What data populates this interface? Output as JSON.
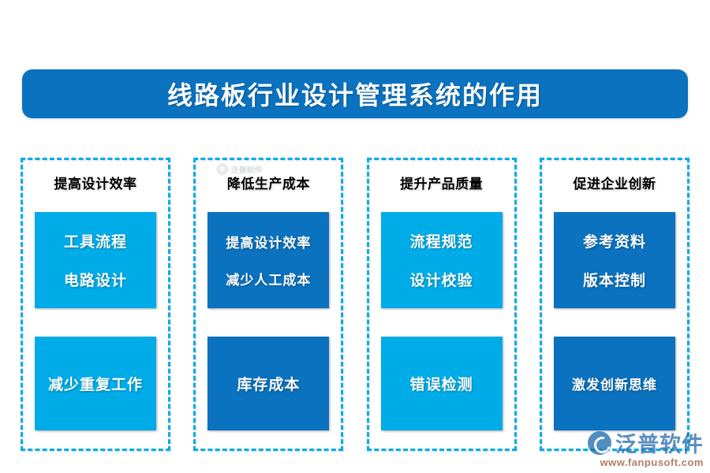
{
  "title": {
    "text": "线路板行业设计管理系统的作用",
    "banner_color": "#0b72bf",
    "text_color": "#ffffff"
  },
  "palette": {
    "light_blue": "#00ace8",
    "dark_blue": "#0b72bf",
    "dashed_border": "#00ace8",
    "background": "#ffffff",
    "heading_text": "#000000"
  },
  "columns": [
    {
      "heading": "提高设计效率",
      "upper_box": {
        "style": "light",
        "lines": [
          "工具流程",
          "电路设计"
        ]
      },
      "lower_box": {
        "style": "light",
        "lines": [
          "减少重复工作"
        ]
      }
    },
    {
      "heading": "降低生产成本",
      "upper_box": {
        "style": "dark",
        "lines": [
          "提高设计效率",
          "减少人工成本"
        ]
      },
      "lower_box": {
        "style": "dark",
        "lines": [
          "库存成本"
        ]
      }
    },
    {
      "heading": "提升产品质量",
      "upper_box": {
        "style": "light",
        "lines": [
          "流程规范",
          "设计校验"
        ]
      },
      "lower_box": {
        "style": "light",
        "lines": [
          "错误检测"
        ]
      }
    },
    {
      "heading": "促进企业创新",
      "upper_box": {
        "style": "dark",
        "lines": [
          "参考资料",
          "版本控制"
        ]
      },
      "lower_box": {
        "style": "dark",
        "lines": [
          "激发创新思维"
        ]
      }
    }
  ],
  "watermarks": {
    "inline_brand": "泛普软件",
    "corner_brand": "泛普软件",
    "corner_url": "www.fanpusoft.com"
  }
}
